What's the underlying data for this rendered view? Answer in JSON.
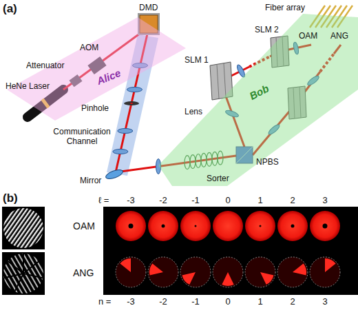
{
  "diagram": {
    "nodes": [
      {
        "text": [
          "Alice"
        ]
      },
      {
        "text": [
          "Bob"
        ]
      }
    ],
    "labels": [
      "(a)",
      "DMD",
      "Fiber array",
      "SLM 2",
      "OAM",
      "ANG",
      "AOM",
      "SLM 1",
      "Attenuator",
      "HeNe Laser",
      "Pinhole",
      "Lens",
      "Communication Channel",
      "NPBS",
      "Mirror",
      "Sorter",
      "(b)",
      "ℓ =",
      "-3",
      "-2",
      "-1",
      "0",
      "1",
      "2",
      "3",
      "OAM",
      "ANG",
      "n =",
      "-3",
      "-2",
      "-1",
      "0",
      "1",
      "2",
      "3"
    ]
  }
}
